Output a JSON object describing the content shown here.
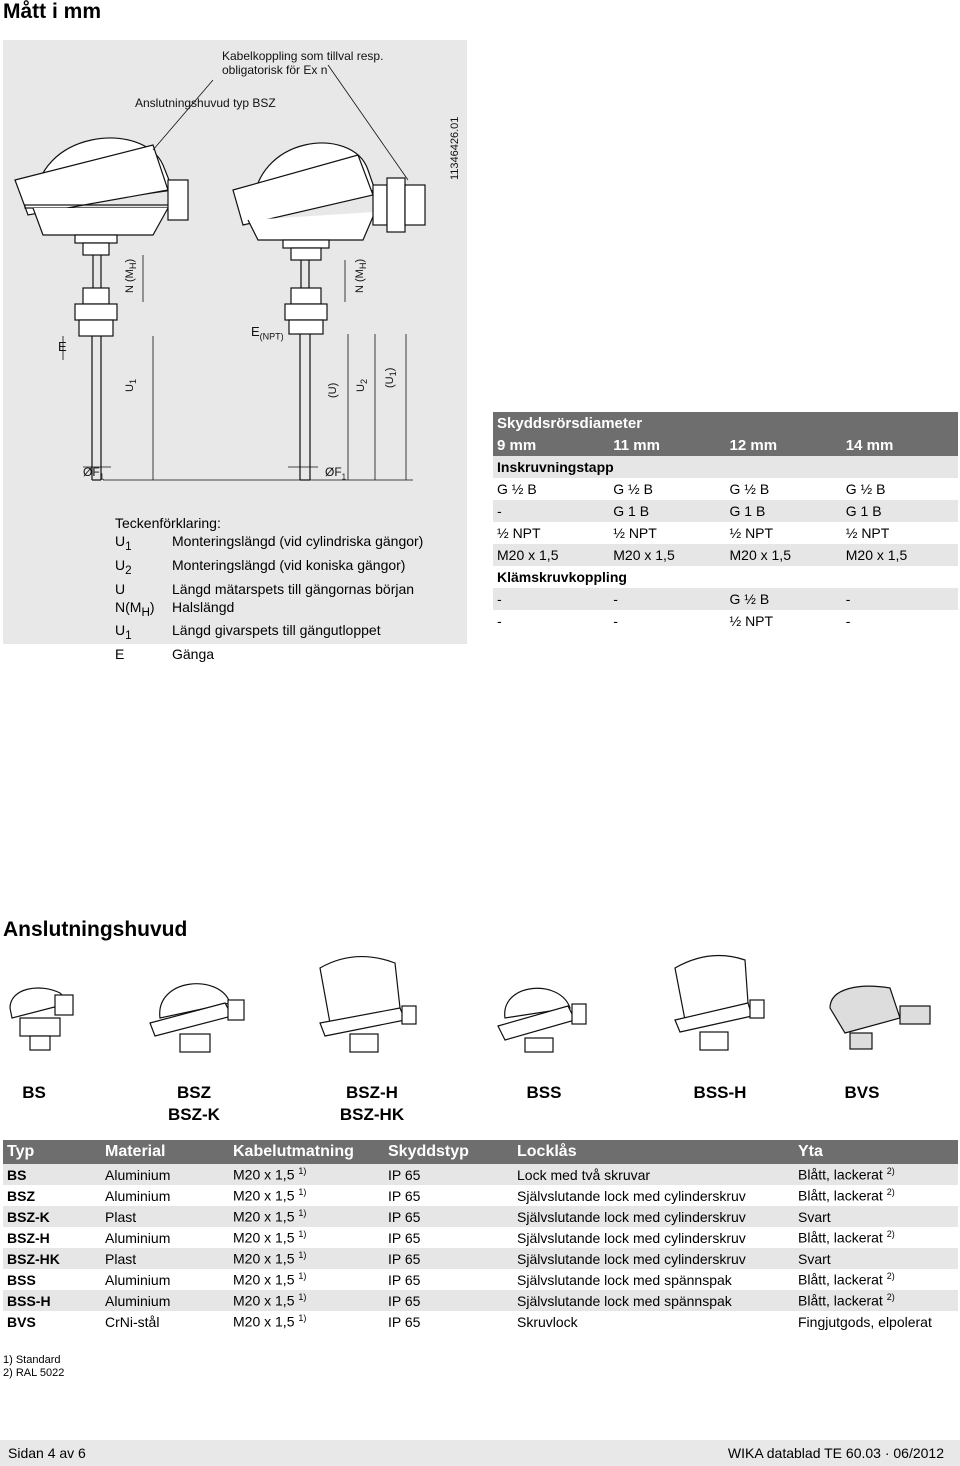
{
  "title": "Mått i mm",
  "drawing": {
    "callout_cable": [
      "Kabelkoppling som tillval resp.",
      "obligatorisk för Ex n"
    ],
    "callout_head": "Anslutningshuvud typ BSZ",
    "code": "11346426.01",
    "dim": {
      "N_left": "N (M",
      "N_right": "N (M",
      "H": "H",
      "close": ")",
      "E": "E",
      "E_npt": "E",
      "npt_sub": "(NPT)",
      "U1_left": "U",
      "one": "1",
      "U_paren": "(U)",
      "U2": "U",
      "two": "2",
      "U1_paren": "(U",
      "F1_left": "ØF",
      "F1_right": "ØF"
    }
  },
  "legend": {
    "heading": "Teckenförklaring:",
    "items": [
      {
        "sym": "U",
        "sub": "1",
        "text": "Monteringslängd (vid cylindriska gängor)"
      },
      {
        "sym": "U",
        "sub": "2",
        "text": "Monteringslängd (vid koniska gängor)"
      },
      {
        "sym": "U",
        "sub": "",
        "text": "Längd mätarspets till gängornas början"
      },
      {
        "sym": "N(M",
        "sub": "H",
        "tail": ")",
        "text": "Halslängd"
      },
      {
        "sym": "U",
        "sub": "1",
        "text": "Längd givarspets till gängutloppet"
      },
      {
        "sym": "E",
        "sub": "",
        "text": "Gänga"
      }
    ]
  },
  "diameter_table": {
    "heading": "Skyddsrörsdiameter",
    "columns": [
      "9 mm",
      "11 mm",
      "12 mm",
      "14 mm"
    ],
    "group1": "Inskruvningstapp",
    "rows1": [
      [
        "G ½ B",
        "G ½ B",
        "G ½ B",
        "G ½ B"
      ],
      [
        "-",
        "G 1 B",
        "G 1 B",
        "G 1 B"
      ],
      [
        "½ NPT",
        "½ NPT",
        "½ NPT",
        "½ NPT"
      ],
      [
        "M20 x 1,5",
        "M20 x 1,5",
        "M20 x 1,5",
        "M20 x 1,5"
      ]
    ],
    "group2": "Klämskruvkoppling",
    "rows2": [
      [
        "-",
        "-",
        "G ½ B",
        "-"
      ],
      [
        "-",
        "-",
        "½ NPT",
        "-"
      ]
    ]
  },
  "section2_title": "Anslutningshuvud",
  "head_labels": [
    "BS",
    "BSZ",
    "BSZ-K",
    "BSZ-H",
    "BSZ-HK",
    "BSS",
    "BSS-H",
    "BVS"
  ],
  "types_table": {
    "headers": [
      "Typ",
      "Material",
      "Kabelutmatning",
      "Skyddstyp",
      "Locklås",
      "Yta"
    ],
    "rows": [
      [
        "BS",
        "Aluminium",
        "M20 x 1,5",
        "1)",
        "IP 65",
        "Lock med två skruvar",
        "Blått, lackerat",
        "2)"
      ],
      [
        "BSZ",
        "Aluminium",
        "M20 x 1,5",
        "1)",
        "IP 65",
        "Självslutande lock med cylinderskruv",
        "Blått, lackerat",
        "2)"
      ],
      [
        "BSZ-K",
        "Plast",
        "M20 x 1,5",
        "1)",
        "IP 65",
        "Självslutande lock med cylinderskruv",
        "Svart",
        ""
      ],
      [
        "BSZ-H",
        "Aluminium",
        "M20 x 1,5",
        "1)",
        "IP 65",
        "Självslutande lock med cylinderskruv",
        "Blått, lackerat",
        "2)"
      ],
      [
        "BSZ-HK",
        "Plast",
        "M20 x 1,5",
        "1)",
        "IP 65",
        "Självslutande lock med cylinderskruv",
        "Svart",
        ""
      ],
      [
        "BSS",
        "Aluminium",
        "M20 x 1,5",
        "1)",
        "IP 65",
        "Självslutande lock med spännspak",
        "Blått, lackerat",
        "2)"
      ],
      [
        "BSS-H",
        "Aluminium",
        "M20 x 1,5",
        "1)",
        "IP 65",
        "Självslutande lock med spännspak",
        "Blått, lackerat",
        "2)"
      ],
      [
        "BVS",
        "CrNi-stål",
        "M20 x 1,5",
        "1)",
        "IP 65",
        "Skruvlock",
        "Fingjutgods, elpolerat",
        ""
      ]
    ]
  },
  "notes": [
    "1) Standard",
    "2) RAL 5022"
  ],
  "footer": {
    "left": "Sidan 4 av 6",
    "right": "WIKA datablad TE 60.03 · 06/2012"
  }
}
